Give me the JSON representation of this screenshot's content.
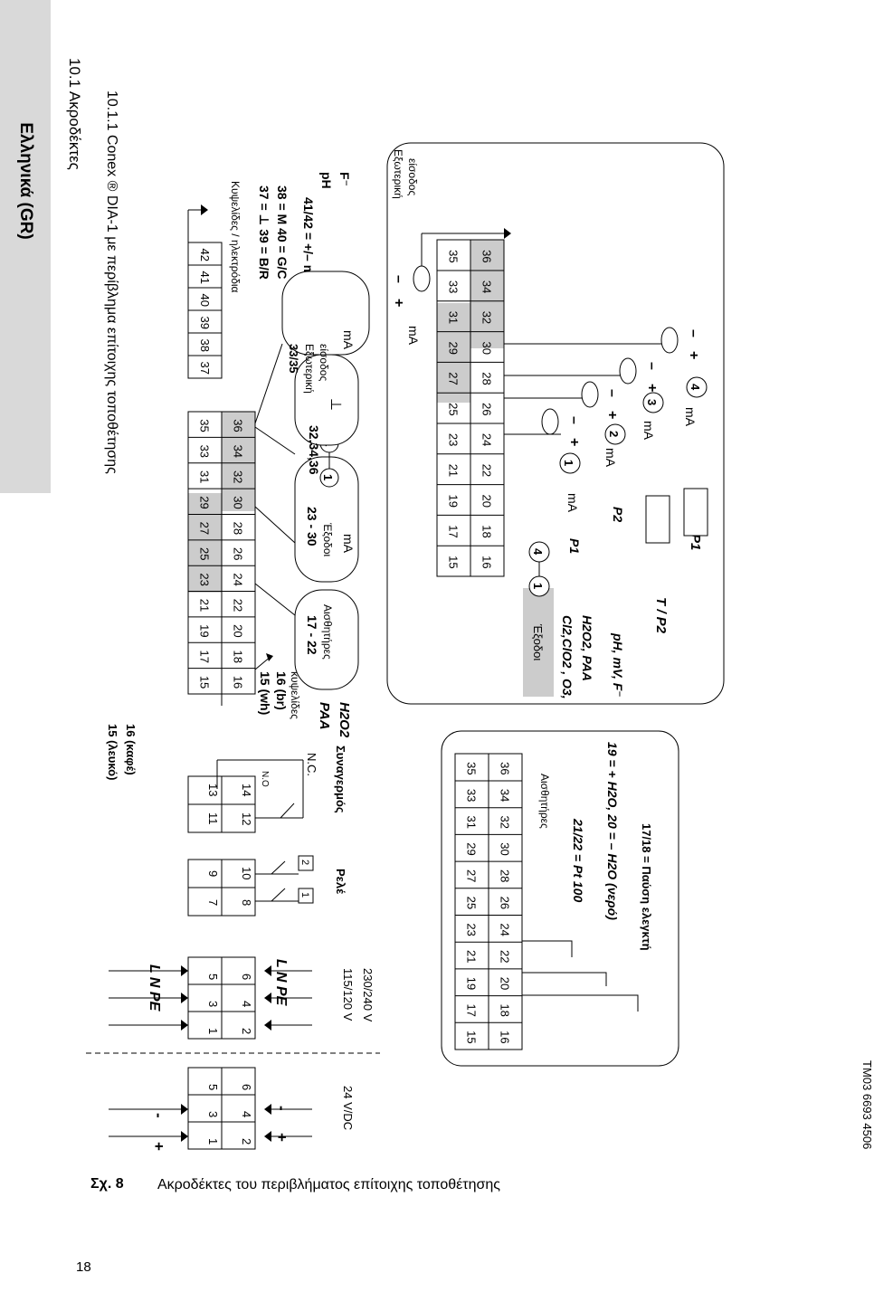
{
  "language_tab": "Ελληνικά (GR)",
  "section_title": "10.1 Ακροδέκτες",
  "subsection_title": "10.1.1 Conex ® DIA-1 με περίβλημα επίτοιχης τοποθέτησης",
  "figure": {
    "label": "Σχ. 8",
    "caption": "Ακροδέκτες του περιβλήματος επίτοιχης τοποθέτησης",
    "code": "TM03 6693 4506"
  },
  "page_number": "18",
  "power": {
    "dc_label": "24 V/DC",
    "dc_plus": "+",
    "dc_minus": "-",
    "ac_label_1": "115/120 V",
    "ac_label_2": "230/240 V",
    "lnpe": "L  N  PE",
    "dc_top": [
      "1",
      "3",
      "5"
    ],
    "dc_bottom": [
      "2",
      "4",
      "6"
    ],
    "ac_top": [
      "1",
      "3",
      "5"
    ],
    "ac_bottom": [
      "2",
      "4",
      "6"
    ]
  },
  "relay": {
    "top": [
      "7",
      "9"
    ],
    "bottom": [
      "8",
      "10"
    ],
    "label": "Ρελέ",
    "box1": "1",
    "box2": "2"
  },
  "alarm": {
    "top": [
      "11",
      "13"
    ],
    "bottom": [
      "12",
      "14"
    ],
    "no_label": "N.O",
    "nc_label": "N.C.",
    "label": "Συναγερμός"
  },
  "upper_block": {
    "top": [
      "15",
      "17",
      "19",
      "21",
      "23",
      "25",
      "27",
      "29",
      "31",
      "33",
      "35"
    ],
    "bottom": [
      "16",
      "18",
      "20",
      "22",
      "24",
      "26",
      "28",
      "30",
      "32",
      "34",
      "36"
    ],
    "wh": "15 (λευκό)",
    "br": "16 (καφέ)",
    "note_wh": "15 (wh)",
    "note_br": "16 (br)",
    "note_cells": "κυψελίδες"
  },
  "right_block": {
    "numbers": [
      "37",
      "38",
      "39",
      "40",
      "41",
      "42"
    ],
    "label": "Κυψελίδες / ηλεκτρόδια",
    "r1": "37 = ⊥   39 = B/R",
    "r2": "38 = M   40 = G/C",
    "r3": "41/42 = +/– mV",
    "r4": "pH",
    "r5": "F⁻"
  },
  "middle": {
    "paa": "PAA",
    "h2o2": "H2O2",
    "sensors_range": "17 - 22",
    "sensors_label": "Αισθητήρες",
    "outputs_range": "23 - 30",
    "outputs_label": "Έξοδοι",
    "circle1": "1",
    "circle4": "4",
    "ma": "mA",
    "ground_range": "32,34,36",
    "ground_sym": "⊥",
    "ext_range": "33/35",
    "ext_label_1": "Εξωτερική",
    "ext_label_2": "είσοδος",
    "ext_ma": "mA"
  },
  "lower_left": {
    "top": [
      "15",
      "17",
      "19",
      "21",
      "23",
      "25",
      "27",
      "29",
      "31",
      "33",
      "35"
    ],
    "bottom": [
      "16",
      "18",
      "20",
      "22",
      "24",
      "26",
      "28",
      "30",
      "32",
      "34",
      "36"
    ],
    "sensors": "Αισθητήρες",
    "pt100": "21/22 = Pt 100",
    "h2o": "19 = + H2O, 20 = – H2O (νερό)",
    "pause": "17/18 = Παύση ελεγκτή"
  },
  "lower_right": {
    "top": [
      "15",
      "17",
      "19",
      "21",
      "23",
      "25",
      "27",
      "29",
      "31",
      "33",
      "35"
    ],
    "bottom": [
      "16",
      "18",
      "20",
      "22",
      "24",
      "26",
      "28",
      "30",
      "32",
      "34",
      "36"
    ],
    "ext_1": "Εξωτερική",
    "ext_2": "είσοδος",
    "outputs": "Έξοδοι",
    "range_1": "1",
    "range_4": "4",
    "chem_1": "Cl2,ClO2 , O3,",
    "chem_2": "H2O2, PAA",
    "ph_line": "pH, mV, F⁻",
    "t_p2": "T / P2",
    "p1": "P1",
    "p2": "P2",
    "ma": "mA",
    "plus": "+",
    "minus": "–",
    "c1": "1",
    "c2": "2",
    "c3": "3",
    "c4": "4"
  }
}
